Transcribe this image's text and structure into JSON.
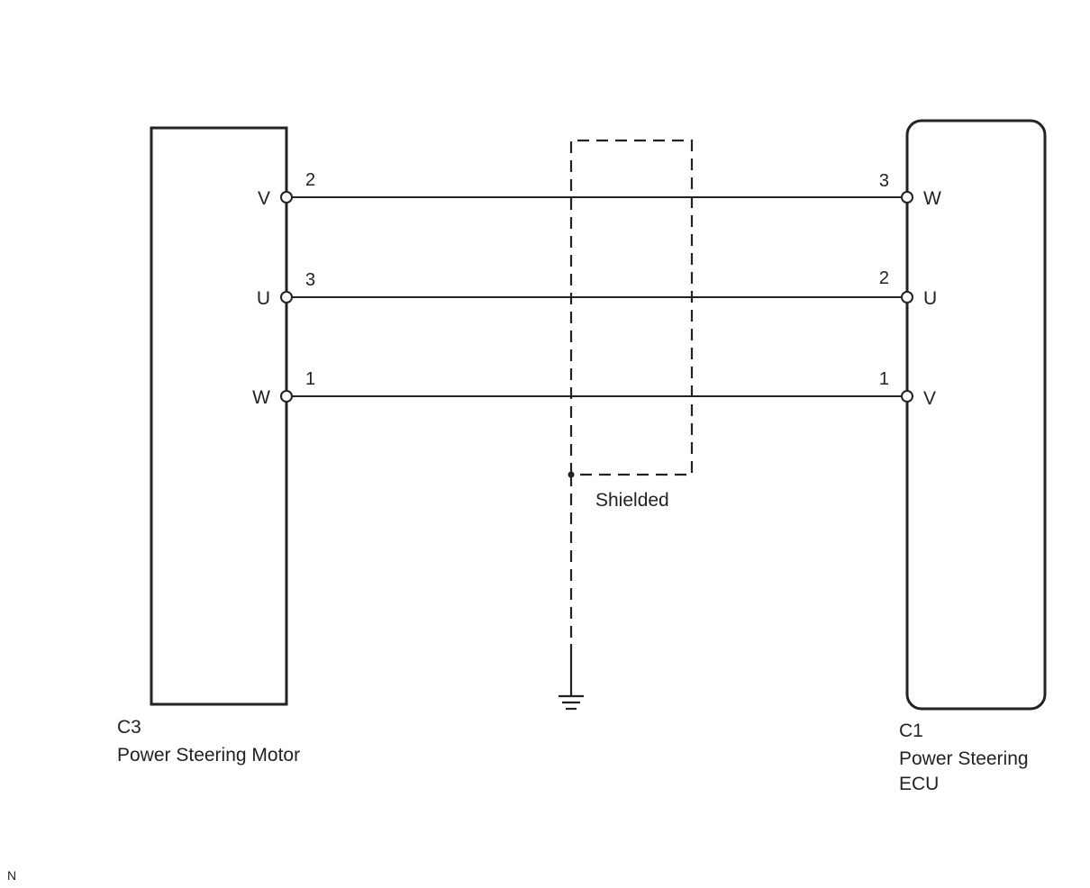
{
  "left_component": {
    "connector": "C3",
    "name": "Power Steering Motor",
    "terminals": [
      {
        "signal": "V",
        "pin": "2"
      },
      {
        "signal": "U",
        "pin": "3"
      },
      {
        "signal": "W",
        "pin": "1"
      }
    ]
  },
  "right_component": {
    "connector": "C1",
    "name_lines": [
      "Power Steering",
      "ECU"
    ],
    "terminals": [
      {
        "signal": "W",
        "pin": "3"
      },
      {
        "signal": "U",
        "pin": "2"
      },
      {
        "signal": "V",
        "pin": "1"
      }
    ]
  },
  "shield": {
    "label": "Shielded"
  },
  "corner_mark": "N",
  "colors": {
    "line": "#222222",
    "background": "#ffffff"
  }
}
